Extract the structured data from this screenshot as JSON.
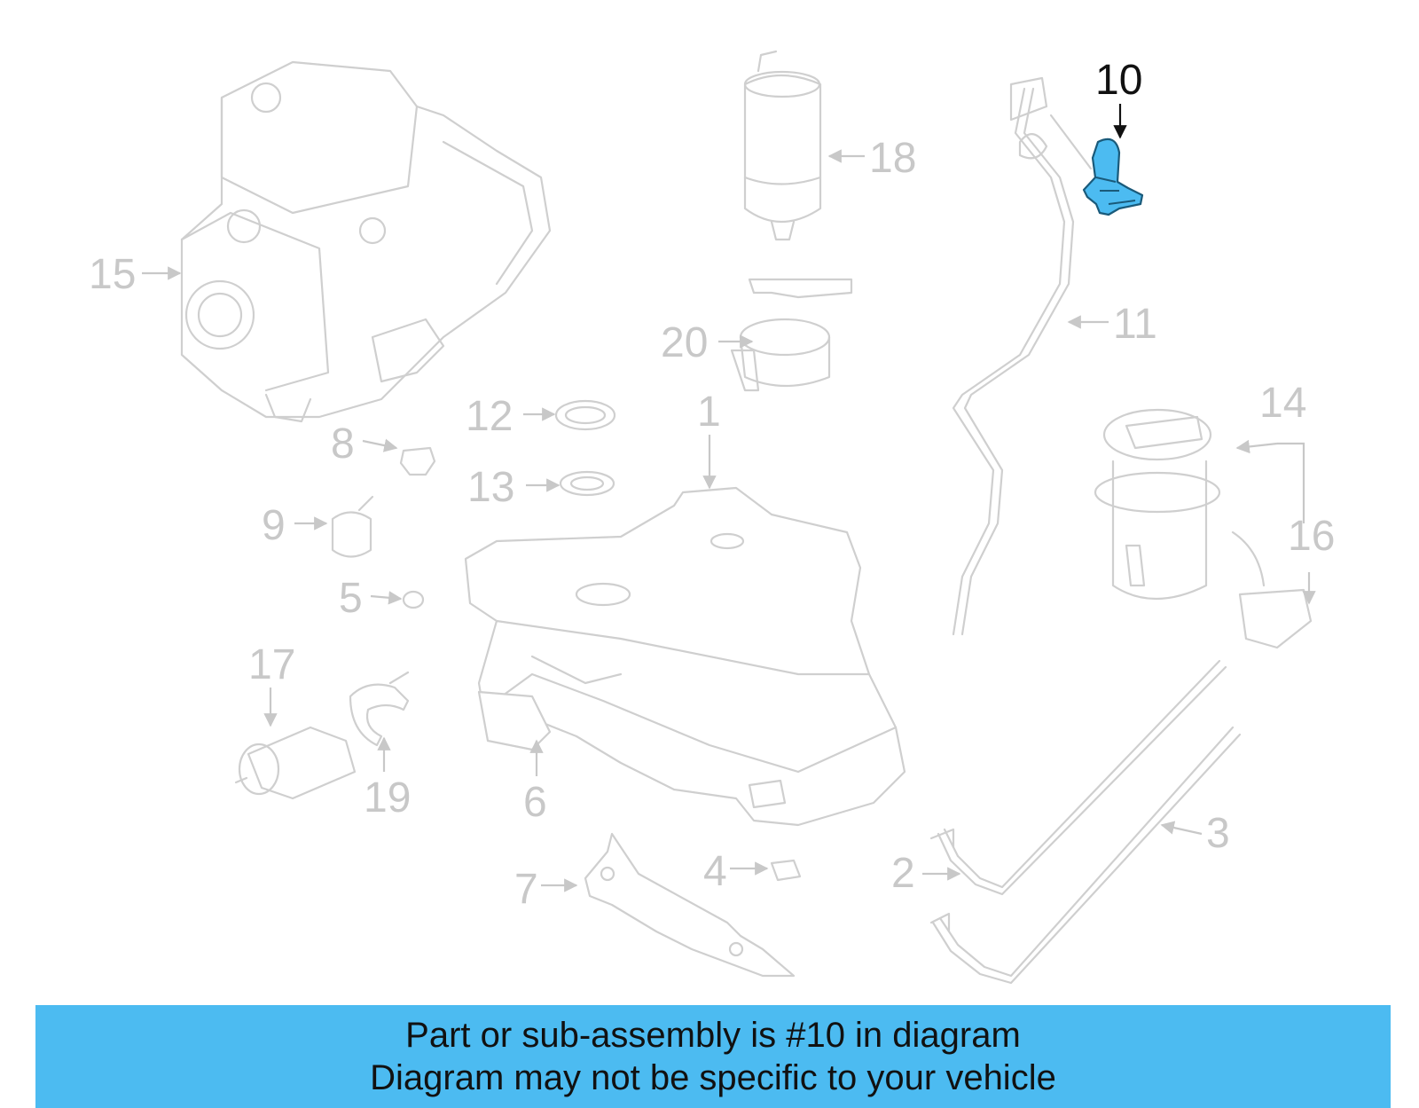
{
  "callouts": {
    "c1": "1",
    "c2": "2",
    "c3": "3",
    "c4": "4",
    "c5": "5",
    "c6": "6",
    "c7": "7",
    "c8": "8",
    "c9": "9",
    "c10": "10",
    "c11": "11",
    "c12": "12",
    "c13": "13",
    "c14": "14",
    "c15": "15",
    "c16": "16",
    "c17": "17",
    "c18": "18",
    "c19": "19",
    "c20": "20"
  },
  "highlighted_part": "10",
  "highlight_color": "#4cbbf1",
  "banner": {
    "line1": "Part or sub-assembly is #10 in diagram",
    "line2": "Diagram may not be specific to your vehicle",
    "background": "#4cbbf1"
  }
}
